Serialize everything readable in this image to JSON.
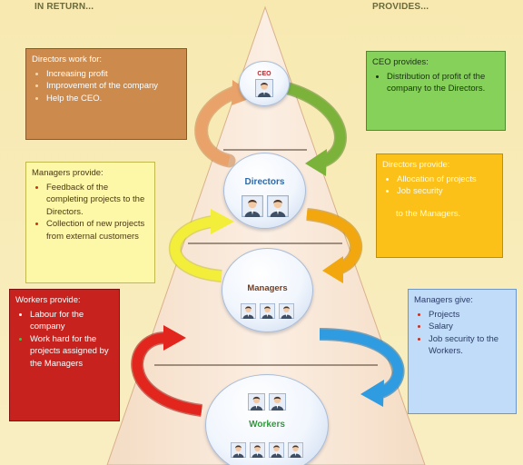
{
  "header": {
    "left": "IN RETURN...",
    "right": "PROVIDES..."
  },
  "boxes": {
    "directors_work": {
      "title": "Directors work for:",
      "items": [
        "Increasing profit",
        "Improvement of the company",
        "Help the CEO."
      ]
    },
    "ceo_provides": {
      "title": "CEO provides:",
      "items": [
        "Distribution of profit of the company to the Directors."
      ]
    },
    "managers_provide": {
      "title": "Managers provide:",
      "items": [
        "Feedback of the completing projects to the Directors.",
        "Collection of new projects from external customers"
      ]
    },
    "directors_provide": {
      "title": "Directors provide:",
      "items": [
        "Allocation of projects",
        "Job security"
      ],
      "note": "to the Managers."
    },
    "workers_provide": {
      "title": "Workers provide:",
      "items": [
        "Labour for the company",
        "Work hard for the projects assigned by the Managers"
      ]
    },
    "managers_give": {
      "title": "Managers give:",
      "items": [
        "Projects",
        "Salary",
        "Job security to the Workers."
      ]
    }
  },
  "levels": {
    "ceo": {
      "label": "CEO",
      "people": 1
    },
    "directors": {
      "label": "Directors",
      "people": 2
    },
    "managers": {
      "label": "Managers",
      "people": 3
    },
    "workers": {
      "label": "Workers",
      "people": 6
    }
  },
  "colors": {
    "arrow_ceo_left": "#e9a26a",
    "arrow_ceo_right": "#7bb33a",
    "arrow_directors_left": "#f2ee3a",
    "arrow_directors_right": "#f2a70e",
    "arrow_managers_left": "#e3261d",
    "arrow_managers_right": "#2f9be0"
  }
}
